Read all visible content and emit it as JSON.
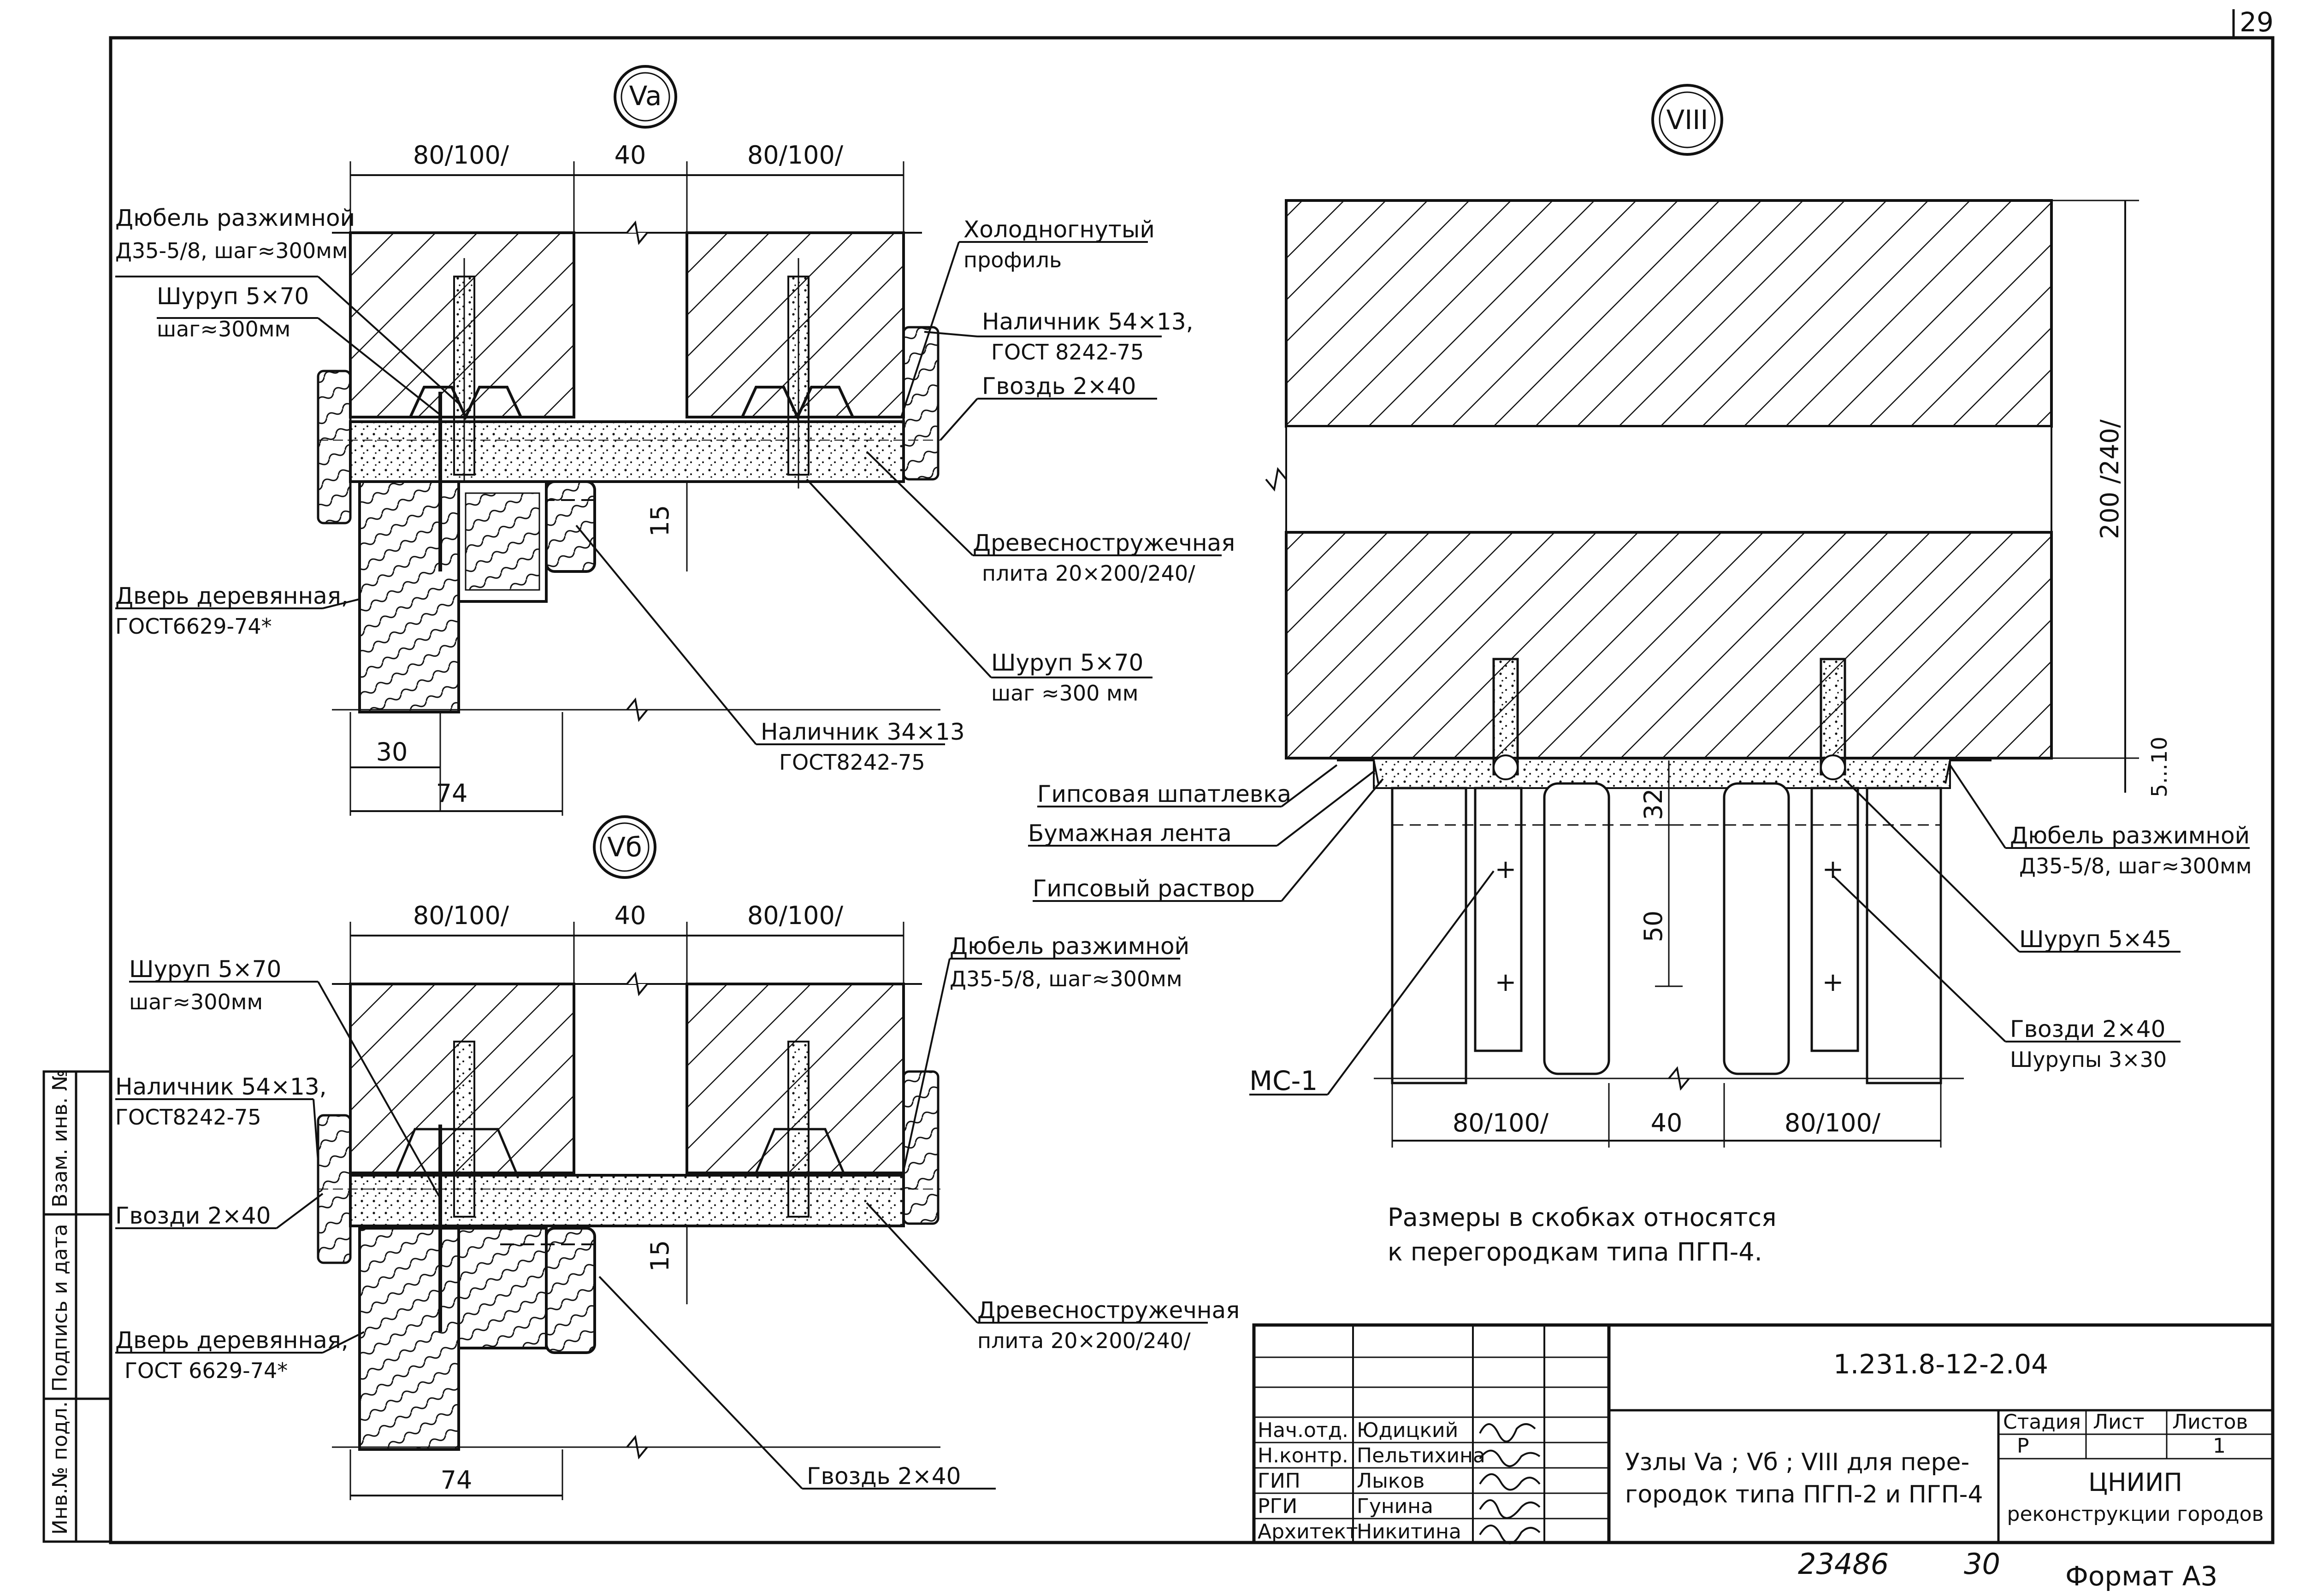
{
  "sheet_number": "29",
  "nodes": {
    "va": {
      "mark": "Va",
      "dims_top": [
        "80/100/",
        "40",
        "80/100/"
      ],
      "dim_gap": "15",
      "dim_bottom_1": "30",
      "dim_bottom_2": "74",
      "labels": {
        "dowel_1": "Дюбель разжимной",
        "dowel_2": "Д35-5/8, шаг≈300мм",
        "screw_1": "Шуруп 5×70",
        "screw_2": "шаг≈300мм",
        "door_1": "Дверь деревянная,",
        "door_2": "ГОСТ6629-74*",
        "profile_1": "Холодногнутый",
        "profile_2": "профиль",
        "casing54_1": "Наличник 54×13,",
        "casing54_2": "ГОСТ 8242-75",
        "nail": "Гвоздь 2×40",
        "board_1": "Древесностружечная",
        "board_2": "плита 20×200/240/",
        "screw2_1": "Шуруп 5×70",
        "screw2_2": "шаг ≈300 мм",
        "casing34_1": "Наличник 34×13",
        "casing34_2": "ГОСТ8242-75"
      }
    },
    "vb": {
      "mark": "Vб",
      "dims_top": [
        "80/100/",
        "40",
        "80/100/"
      ],
      "dim_gap": "15",
      "dim_bottom": "74",
      "labels": {
        "screw_1": "Шуруп 5×70",
        "screw_2": "шаг≈300мм",
        "casing_1": "Наличник 54×13,",
        "casing_2": "ГОСТ8242-75",
        "nails": "Гвозди 2×40",
        "door_1": "Дверь деревянная,",
        "door_2": "ГОСТ 6629-74*",
        "dowel_1": "Дюбель разжимной",
        "dowel_2": "Д35-5/8, шаг≈300мм",
        "board_1": "Древесностружечная",
        "board_2": "плита 20×200/240/",
        "nail": "Гвоздь 2×40"
      }
    },
    "viii": {
      "mark": "VIII",
      "dim_height": "200 /240/",
      "dim_gap": "5...10",
      "dim_32": "32",
      "dim_50": "50",
      "dims_bottom": [
        "80/100/",
        "40",
        "80/100/"
      ],
      "labels": {
        "putty": "Гипсовая шпатлевка",
        "tape": "Бумажная лента",
        "mortar": "Гипсовый раствор",
        "ms": "МС-1",
        "dowel_1": "Дюбель разжимной",
        "dowel_2": "Д35-5/8, шаг≈300мм",
        "screw": "Шуруп 5×45",
        "nails_1": "Гвозди 2×40",
        "nails_2": "Шурупы 3×30"
      }
    }
  },
  "note_1": "Размеры в скобках относятся",
  "note_2": "к перегородкам типа ПГП-4.",
  "side_stamp": [
    "Инв.№ подл.",
    "Подпись и дата",
    "Взам. инв. №"
  ],
  "title_block": {
    "code": "1.231.8-12-2.04",
    "title_1": "Узлы Va ; Vб ; VIII для пере-",
    "title_2": "городок типа ПГП-2 и ПГП-4",
    "stage_hdr": "Стадия",
    "sheet_hdr": "Лист",
    "sheets_hdr": "Листов",
    "stage": "Р",
    "sheets": "1",
    "org_1": "ЦНИИП",
    "org_2": "реконструкции городов",
    "roles": [
      "Нач.отд.",
      "Н.контр.",
      "ГИП",
      "РГИ",
      "Архитект"
    ],
    "names": [
      "Юдицкий",
      "Пельтихина",
      "Лыков",
      "Гунина",
      "Никитина"
    ]
  },
  "footer": {
    "inv": "23486",
    "page": "30",
    "format": "Формат А3"
  }
}
